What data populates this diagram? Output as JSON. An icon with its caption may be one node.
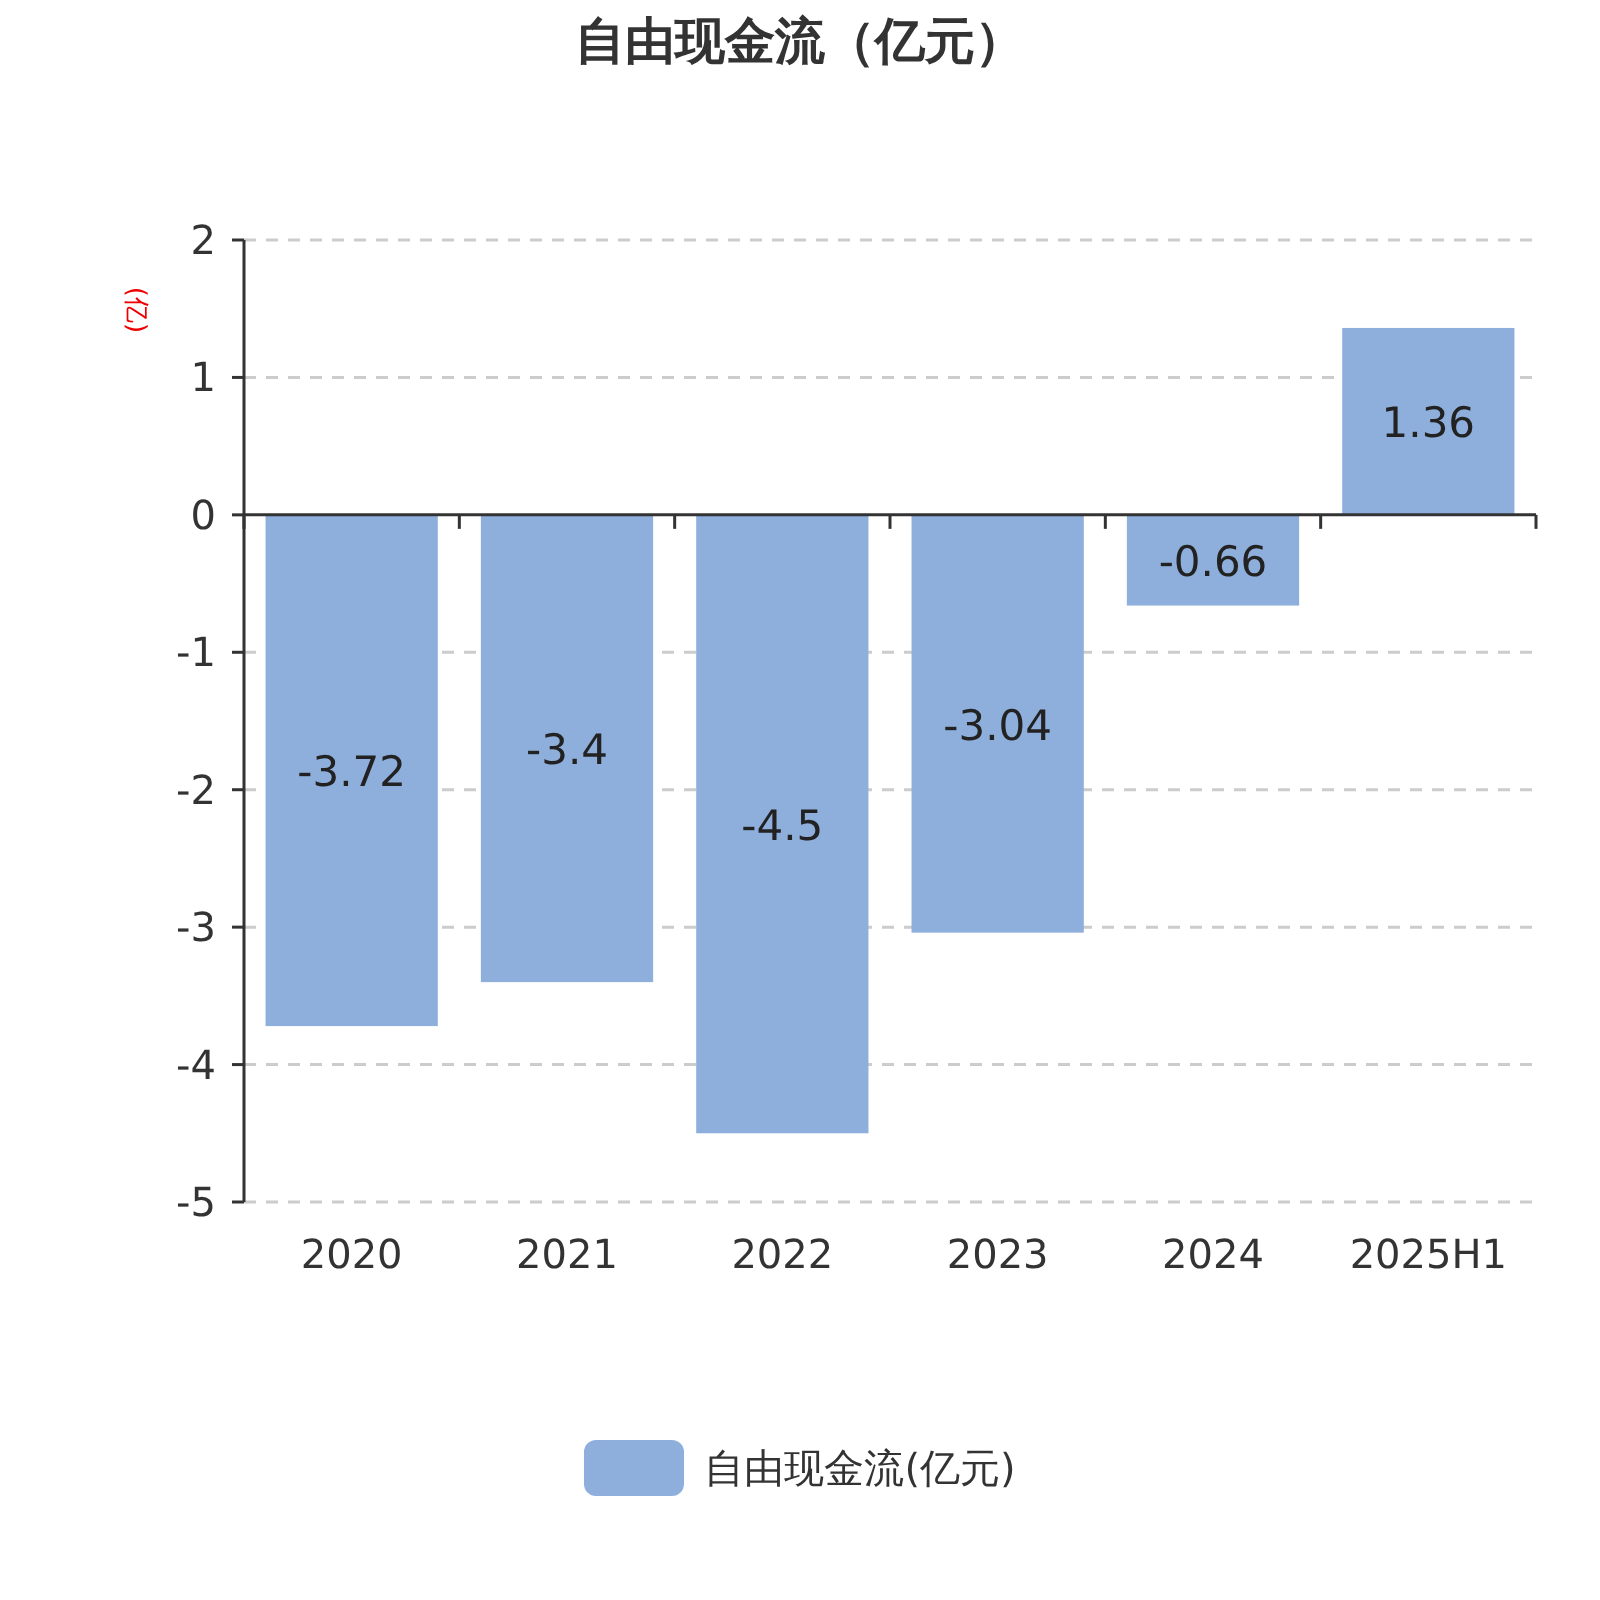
{
  "diagram": {
    "title": "自由现金流（亿元）",
    "legend": [
      {
        "text": "自由现金流(亿元)",
        "color": "#8eaedb"
      }
    ],
    "chart_data": {
      "type": "bar",
      "ylabel": "(亿)",
      "categories": [
        "2020",
        "2021",
        "2022",
        "2023",
        "2024",
        "2025H1"
      ],
      "series": [
        {
          "color": "#8eaedb",
          "values": [
            -3.72,
            -3.4,
            -4.5,
            -3.04,
            -0.66,
            1.36
          ]
        }
      ],
      "ylim": [
        -5,
        2
      ],
      "yticks": [
        -5,
        -4,
        -3,
        -2,
        -1,
        0,
        1,
        2
      ],
      "data_labels": true,
      "grid": true
    }
  }
}
